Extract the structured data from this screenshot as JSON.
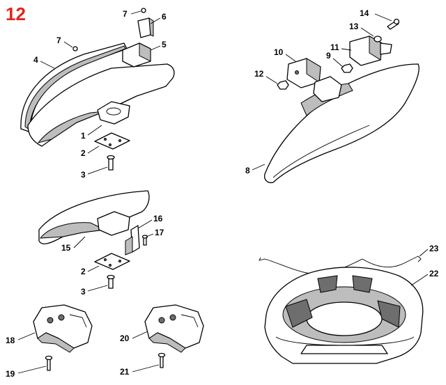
{
  "page_number": "12",
  "callouts": {
    "c1": "1",
    "c2": "2",
    "c3": "3",
    "c4": "4",
    "c5": "5",
    "c6": "6",
    "c7a": "7",
    "c7b": "7",
    "c8": "8",
    "c9": "9",
    "c10": "10",
    "c11": "11",
    "c12": "12",
    "c13": "13",
    "c14": "14",
    "c15": "15",
    "c16": "16",
    "c17": "17",
    "c2b": "2",
    "c3b": "3",
    "c18": "18",
    "c19": "19",
    "c20": "20",
    "c21": "21",
    "c22": "22",
    "c23": "23"
  }
}
